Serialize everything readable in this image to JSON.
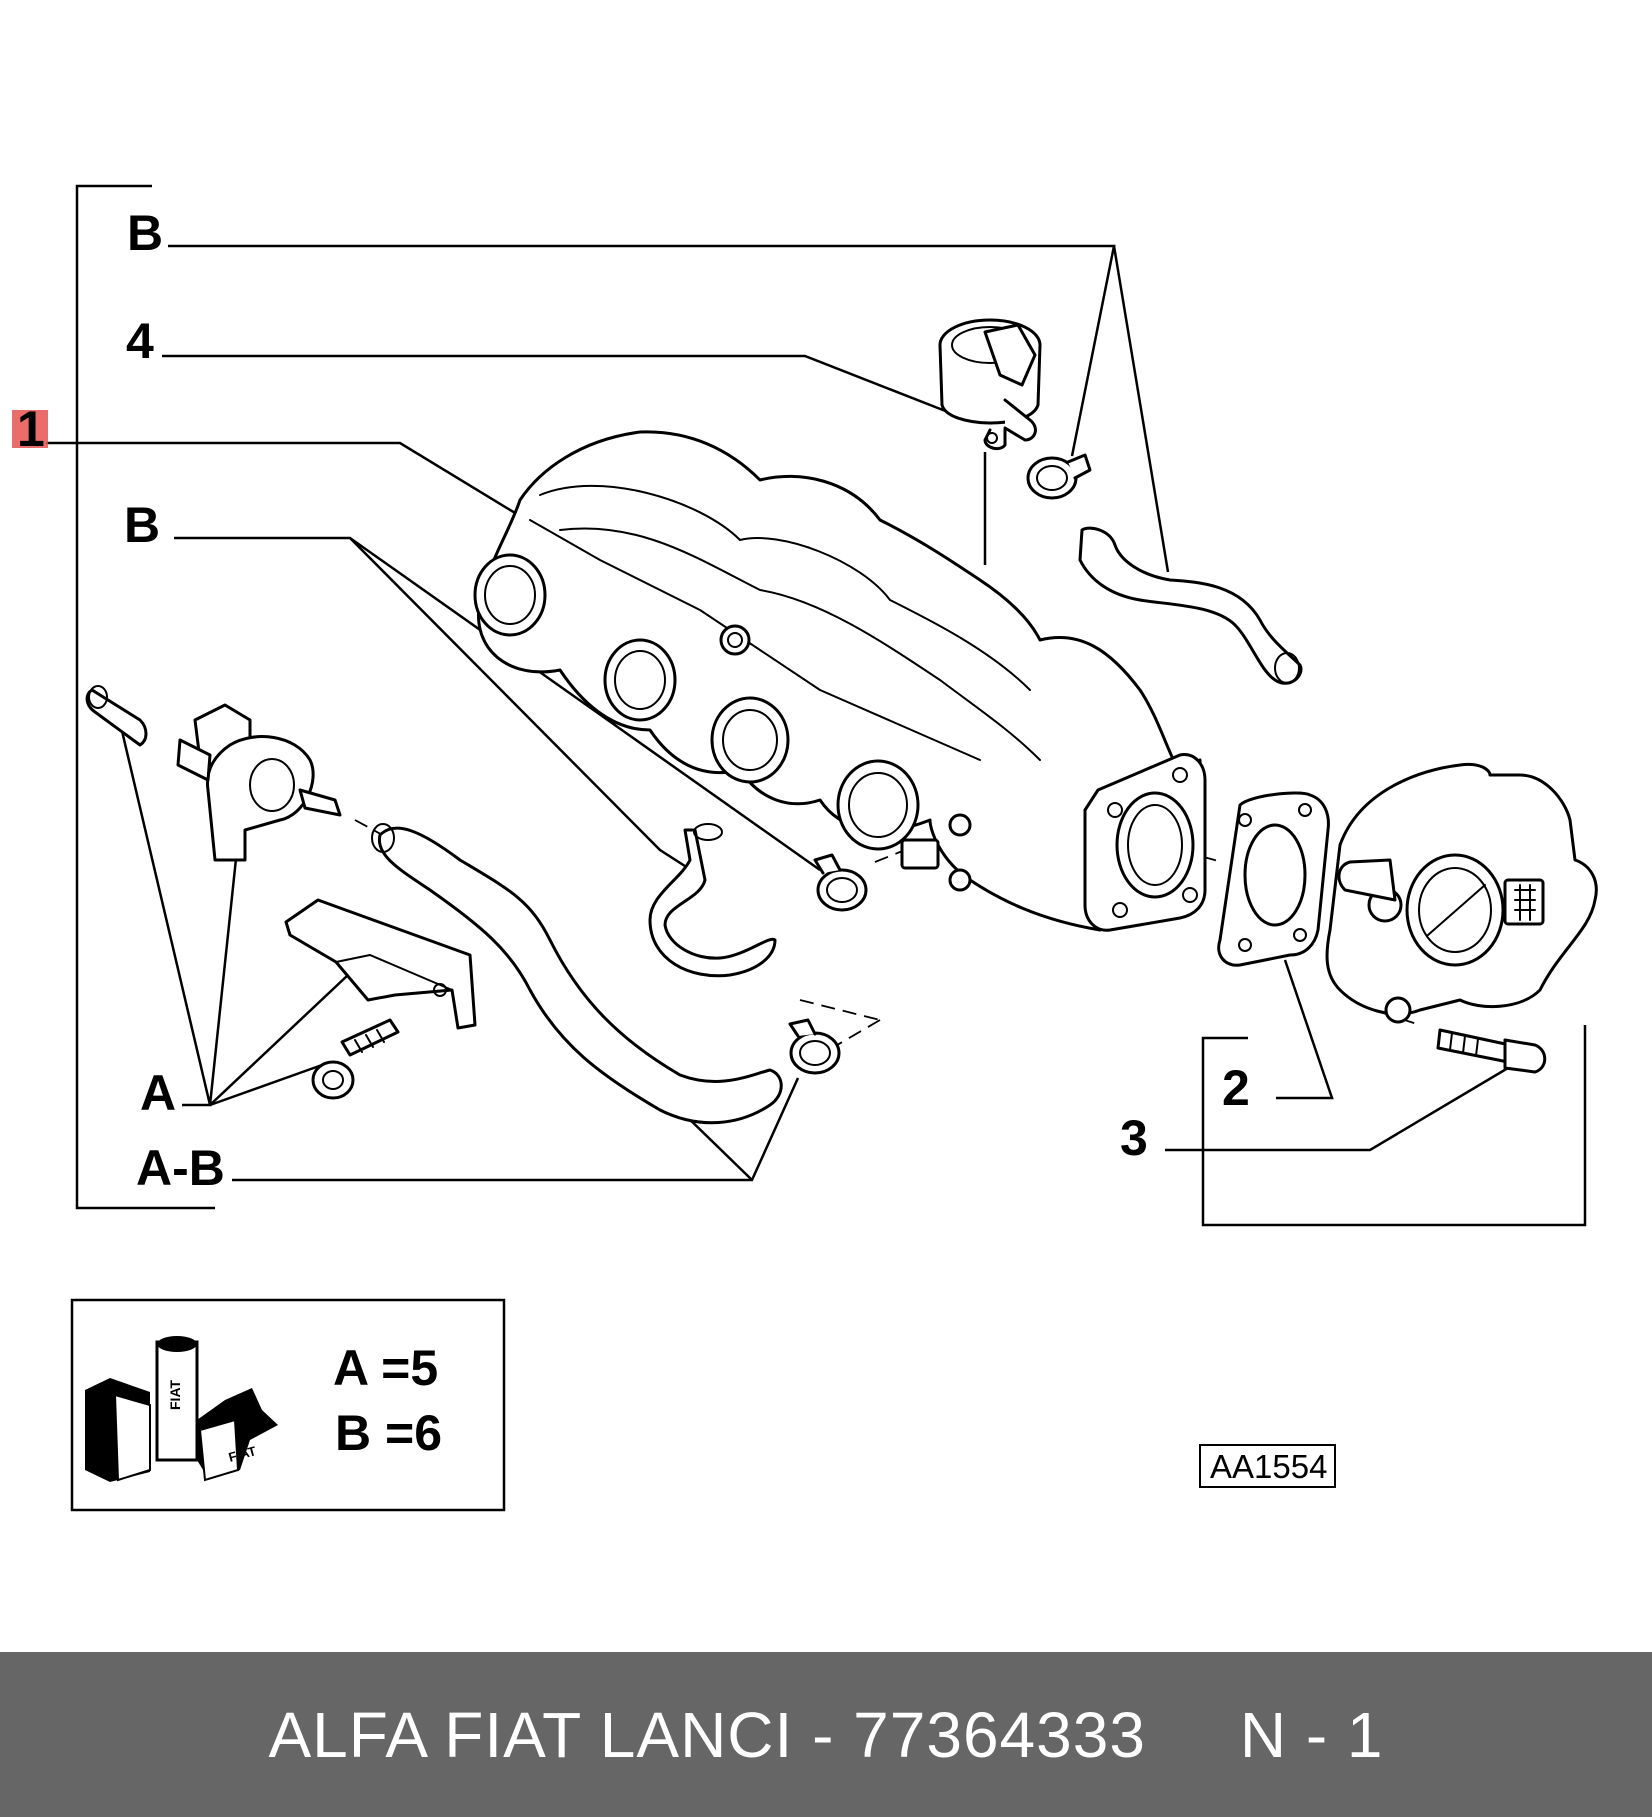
{
  "diagram": {
    "callouts": {
      "b_top": "B",
      "four": "4",
      "one": "1",
      "b_mid": "B",
      "a": "A",
      "a_b": "A-B",
      "two": "2",
      "three": "3"
    },
    "legend": {
      "line_a": "A =5",
      "line_b": "B =6",
      "box_brand": "FIAT"
    },
    "ref_code": "AA1554",
    "highlight_color": "#e8534f"
  },
  "footer": {
    "text": "ALFA FIAT LANCI - 77364333     N - 1",
    "background": "#666666",
    "color": "#ffffff"
  }
}
